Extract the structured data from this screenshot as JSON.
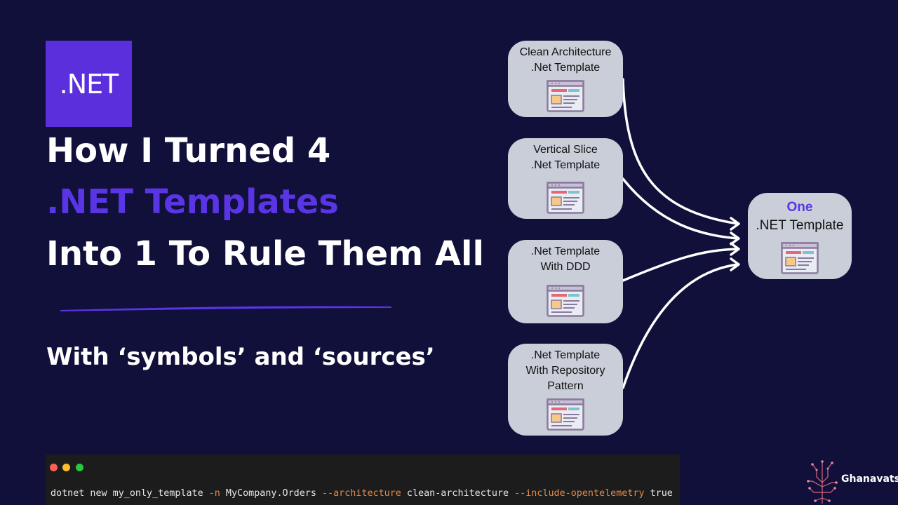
{
  "logo": {
    "text": ".NET"
  },
  "headline": {
    "line1": "How I Turned 4",
    "line2": ".NET Templates",
    "line3": "Into 1 To Rule Them All"
  },
  "subtitle": "With ‘symbols’ and ‘sources’",
  "cards": [
    {
      "lines": [
        "Clean Architecture",
        ".Net Template"
      ],
      "icon": "template-icon"
    },
    {
      "lines": [
        "Vertical Slice",
        ".Net Template"
      ],
      "icon": "template-icon"
    },
    {
      "lines": [
        ".Net Template",
        "With DDD"
      ],
      "icon": "template-icon"
    },
    {
      "lines": [
        ".Net Template",
        "With Repository",
        "Pattern"
      ],
      "icon": "template-icon"
    }
  ],
  "target": {
    "highlight": "One",
    "name": ".NET Template",
    "icon": "template-icon"
  },
  "terminal": {
    "parts": [
      "dotnet new my_only_template ",
      "-n",
      " MyCompany.Orders ",
      "--architecture",
      " clean-architecture ",
      "--include-opentelemetry",
      " true"
    ]
  },
  "brand": {
    "name": "Ghanavats"
  },
  "colors": {
    "background": "#10103a",
    "accent": "#5a35e6",
    "logo_bg": "#5b2fdc",
    "card_bg": "#c9ced8",
    "terminal_bg": "#1c1c1c",
    "terminal_option": "#e08a4c"
  }
}
